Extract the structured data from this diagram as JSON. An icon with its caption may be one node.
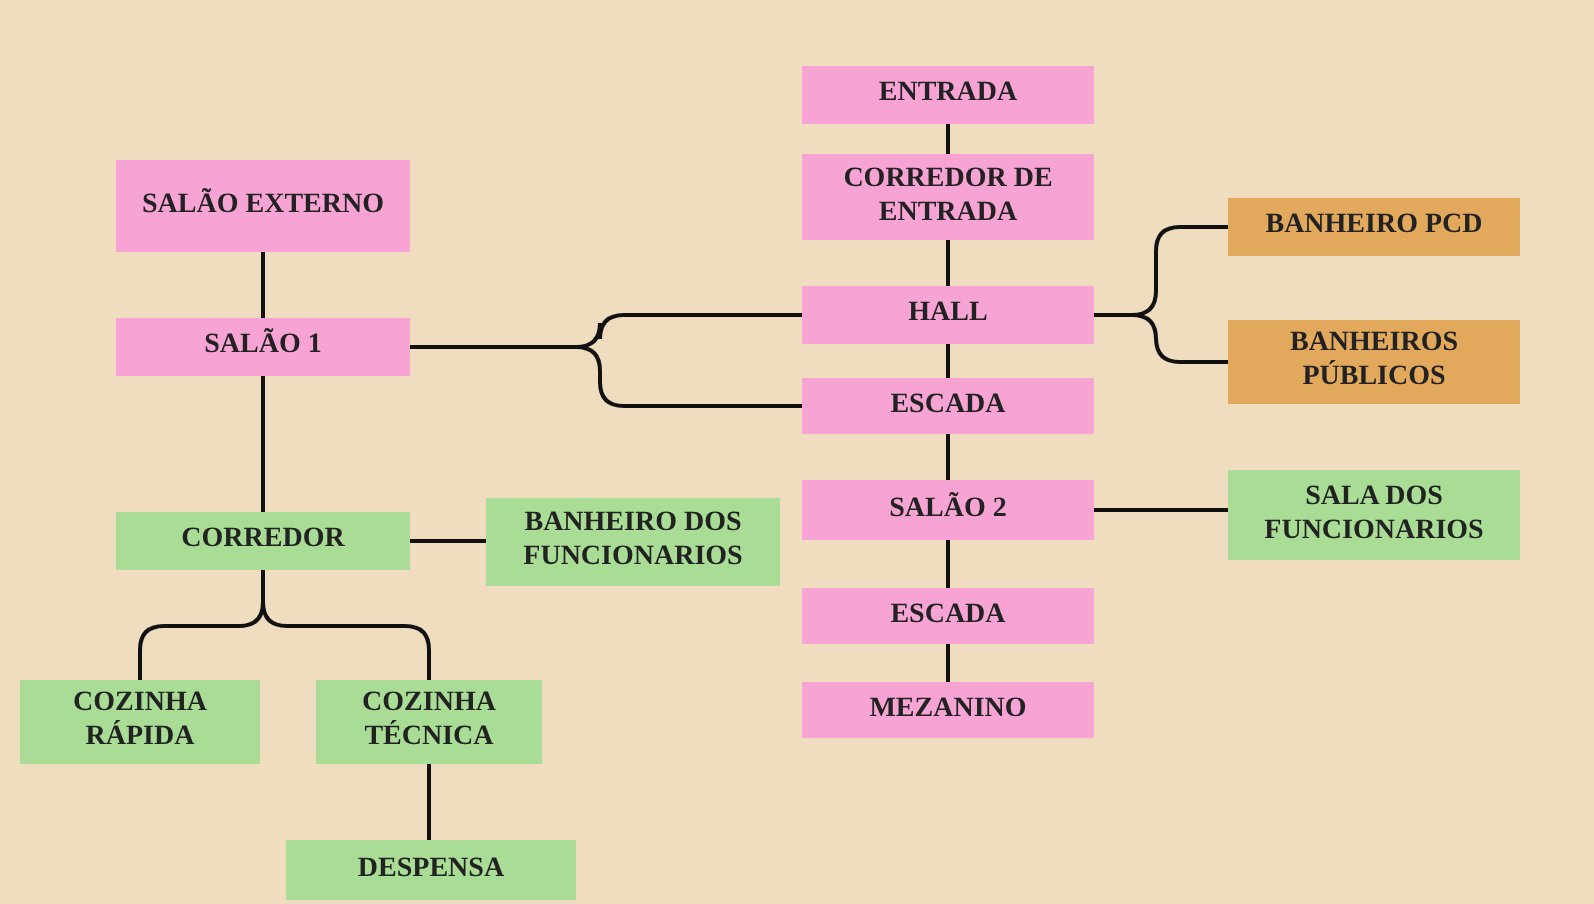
{
  "diagram": {
    "nodes": [
      {
        "text": [
          "ENTRADA"
        ]
      },
      {
        "text": [
          "CORREDOR DE ENTRADA"
        ]
      },
      {
        "text": [
          "HALL"
        ]
      },
      {
        "text": [
          "ESCADA"
        ]
      },
      {
        "text": [
          "SALÃO 2"
        ]
      },
      {
        "text": [
          "ESCADA"
        ]
      },
      {
        "text": [
          "MEZANINO"
        ]
      },
      {
        "text": [
          "SALÃO EXTERNO"
        ]
      },
      {
        "text": [
          "SALÃO 1"
        ]
      },
      {
        "text": [
          "BANHEIRO PCD"
        ]
      },
      {
        "text": [
          "BANHEIROS PÚBLICOS"
        ]
      },
      {
        "text": [
          "CORREDOR"
        ]
      },
      {
        "text": [
          "BANHEIRO DOS FUNCIONARIOS"
        ]
      },
      {
        "text": [
          "SALA DOS FUNCIONARIOS"
        ]
      },
      {
        "text": [
          "COZINHA RÁPIDA"
        ]
      },
      {
        "text": [
          "COZINHA TÉCNICA"
        ]
      },
      {
        "text": [
          "DESPENSA"
        ]
      }
    ],
    "edges": [
      {
        "from": 0,
        "to": 1,
        "arrow": "none"
      },
      {
        "from": 1,
        "to": 2,
        "arrow": "none"
      },
      {
        "from": 2,
        "to": 3,
        "arrow": "none"
      },
      {
        "from": 3,
        "to": 4,
        "arrow": "none"
      },
      {
        "from": 4,
        "to": 5,
        "arrow": "none"
      },
      {
        "from": 5,
        "to": 6,
        "arrow": "none"
      },
      {
        "from": 7,
        "to": 8,
        "arrow": "none"
      },
      {
        "from": 8,
        "to": 2,
        "arrow": "none"
      },
      {
        "from": 8,
        "to": 3,
        "arrow": "none"
      },
      {
        "from": 2,
        "to": 9,
        "arrow": "none"
      },
      {
        "from": 2,
        "to": 10,
        "arrow": "none"
      },
      {
        "from": 8,
        "to": 11,
        "arrow": "none"
      },
      {
        "from": 11,
        "to": 12,
        "arrow": "none"
      },
      {
        "from": 4,
        "to": 13,
        "arrow": "none"
      },
      {
        "from": 11,
        "to": 14,
        "arrow": "none"
      },
      {
        "from": 11,
        "to": 15,
        "arrow": "none"
      },
      {
        "from": 15,
        "to": 16,
        "arrow": "none"
      }
    ]
  }
}
